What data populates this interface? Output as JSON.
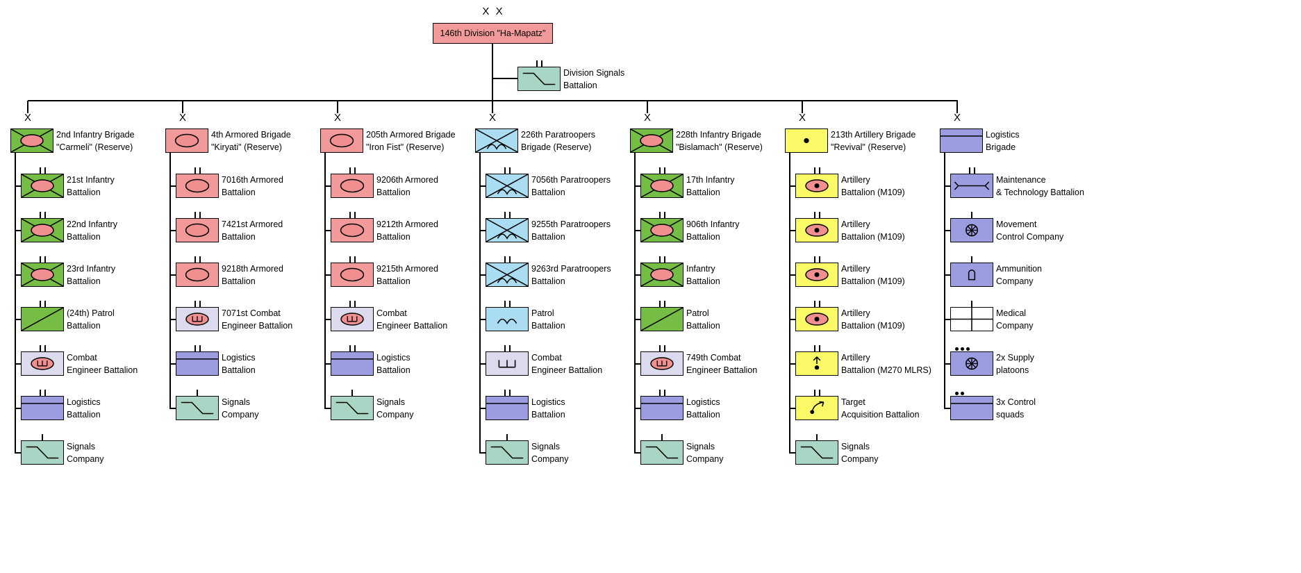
{
  "colors": {
    "infantry": "#75BD45",
    "armor": "#F29A9A",
    "paratroopers": "#AADCF2",
    "artillery": "#FAFA69",
    "logistics": "#9C9CE0",
    "signals": "#A8D5C4",
    "engineer": "#DBDBED",
    "medical": "#FFFFFF",
    "symbol_fill": "#EF8F8F",
    "line": "#000000"
  },
  "division": {
    "echelon": "X X",
    "label": "146th Division \"Ha-Mapatz\"",
    "color": "armor",
    "symbol": "plain"
  },
  "division_signals": {
    "label1": "Division Signals",
    "label2": "Battalion",
    "symbol": "signals",
    "color": "signals",
    "echelon": "battalion"
  },
  "columns": [
    {
      "echelon_mark": "X",
      "brigade": {
        "label1": "2nd Infantry Brigade",
        "label2": "\"Carmeli\" (Reserve)",
        "symbol": "inf_mech",
        "color": "infantry"
      },
      "units": [
        {
          "label1": "21st Infantry",
          "label2": "Battalion",
          "symbol": "inf_mech",
          "color": "infantry",
          "echelon": "battalion"
        },
        {
          "label1": "22nd Infantry",
          "label2": "Battalion",
          "symbol": "inf_mech",
          "color": "infantry",
          "echelon": "battalion"
        },
        {
          "label1": "23rd Infantry",
          "label2": "Battalion",
          "symbol": "inf_mech",
          "color": "infantry",
          "echelon": "battalion"
        },
        {
          "label1": "(24th) Patrol",
          "label2": "Battalion",
          "symbol": "patrol",
          "color": "infantry",
          "echelon": "battalion"
        },
        {
          "label1": "Combat",
          "label2": "Engineer Battalion",
          "symbol": "eng_mech",
          "color": "engineer",
          "echelon": "battalion"
        },
        {
          "label1": "Logistics",
          "label2": "Battalion",
          "symbol": "supply",
          "color": "logistics",
          "echelon": "battalion"
        },
        {
          "label1": "Signals",
          "label2": "Company",
          "symbol": "signals",
          "color": "signals",
          "echelon": "company"
        }
      ]
    },
    {
      "echelon_mark": "X",
      "brigade": {
        "label1": "4th Armored Brigade",
        "label2": "\"Kiryati\" (Reserve)",
        "symbol": "armor",
        "color": "armor"
      },
      "units": [
        {
          "label1": "7016th Armored",
          "label2": "Battalion",
          "symbol": "armor",
          "color": "armor",
          "echelon": "battalion"
        },
        {
          "label1": "7421st Armored",
          "label2": "Battalion",
          "symbol": "armor",
          "color": "armor",
          "echelon": "battalion"
        },
        {
          "label1": "9218th Armored",
          "label2": "Battalion",
          "symbol": "armor",
          "color": "armor",
          "echelon": "battalion"
        },
        {
          "label1": "7071st Combat",
          "label2": "Engineer Battalion",
          "symbol": "eng_mech",
          "color": "engineer",
          "echelon": "battalion"
        },
        {
          "label1": "Logistics",
          "label2": "Battalion",
          "symbol": "supply",
          "color": "logistics",
          "echelon": "battalion"
        },
        {
          "label1": "Signals",
          "label2": "Company",
          "symbol": "signals",
          "color": "signals",
          "echelon": "company"
        }
      ]
    },
    {
      "echelon_mark": "X",
      "brigade": {
        "label1": "205th Armored Brigade",
        "label2": "\"Iron Fist\" (Reserve)",
        "symbol": "armor",
        "color": "armor"
      },
      "units": [
        {
          "label1": "9206th Armored",
          "label2": "Battalion",
          "symbol": "armor",
          "color": "armor",
          "echelon": "battalion"
        },
        {
          "label1": "9212th Armored",
          "label2": "Battalion",
          "symbol": "armor",
          "color": "armor",
          "echelon": "battalion"
        },
        {
          "label1": "9215th Armored",
          "label2": "Battalion",
          "symbol": "armor",
          "color": "armor",
          "echelon": "battalion"
        },
        {
          "label1": "Combat",
          "label2": "Engineer Battalion",
          "symbol": "eng_mech",
          "color": "engineer",
          "echelon": "battalion"
        },
        {
          "label1": "Logistics",
          "label2": "Battalion",
          "symbol": "supply",
          "color": "logistics",
          "echelon": "battalion"
        },
        {
          "label1": "Signals",
          "label2": "Company",
          "symbol": "signals",
          "color": "signals",
          "echelon": "company"
        }
      ]
    },
    {
      "echelon_mark": "X",
      "brigade": {
        "label1": "226th Paratroopers",
        "label2": "Brigade (Reserve)",
        "symbol": "para",
        "color": "paratroopers"
      },
      "units": [
        {
          "label1": "7056th Paratroopers",
          "label2": "Battalion",
          "symbol": "para",
          "color": "paratroopers",
          "echelon": "battalion"
        },
        {
          "label1": "9255th Paratroopers",
          "label2": "Battalion",
          "symbol": "para",
          "color": "paratroopers",
          "echelon": "battalion"
        },
        {
          "label1": "9263rd Paratroopers",
          "label2": "Battalion",
          "symbol": "para",
          "color": "paratroopers",
          "echelon": "battalion"
        },
        {
          "label1": "Patrol",
          "label2": "Battalion",
          "symbol": "para_patrol",
          "color": "paratroopers",
          "echelon": "battalion"
        },
        {
          "label1": "Combat",
          "label2": "Engineer Battalion",
          "symbol": "eng",
          "color": "engineer",
          "echelon": "battalion"
        },
        {
          "label1": "Logistics",
          "label2": "Battalion",
          "symbol": "supply",
          "color": "logistics",
          "echelon": "battalion"
        },
        {
          "label1": "Signals",
          "label2": "Company",
          "symbol": "signals",
          "color": "signals",
          "echelon": "company"
        }
      ]
    },
    {
      "echelon_mark": "X",
      "brigade": {
        "label1": "228th Infantry Brigade",
        "label2": "\"Bislamach\" (Reserve)",
        "symbol": "inf_mech",
        "color": "infantry"
      },
      "units": [
        {
          "label1": "17th Infantry",
          "label2": "Battalion",
          "symbol": "inf_mech",
          "color": "infantry",
          "echelon": "battalion"
        },
        {
          "label1": "906th Infantry",
          "label2": "Battalion",
          "symbol": "inf_mech",
          "color": "infantry",
          "echelon": "battalion"
        },
        {
          "label1": "Infantry",
          "label2": "Battalion",
          "symbol": "inf_mech",
          "color": "infantry",
          "echelon": "battalion"
        },
        {
          "label1": "Patrol",
          "label2": "Battalion",
          "symbol": "patrol",
          "color": "infantry",
          "echelon": "battalion"
        },
        {
          "label1": "749th Combat",
          "label2": "Engineer Battalion",
          "symbol": "eng_mech",
          "color": "engineer",
          "echelon": "battalion"
        },
        {
          "label1": "Logistics",
          "label2": "Battalion",
          "symbol": "supply",
          "color": "logistics",
          "echelon": "battalion"
        },
        {
          "label1": "Signals",
          "label2": "Company",
          "symbol": "signals",
          "color": "signals",
          "echelon": "company"
        }
      ]
    },
    {
      "echelon_mark": "X",
      "brigade": {
        "label1": "213th Artillery Brigade",
        "label2": "\"Revival\" (Reserve)",
        "symbol": "arty",
        "color": "artillery"
      },
      "units": [
        {
          "label1": "Artillery",
          "label2": "Battalion (M109)",
          "symbol": "arty_sp",
          "color": "artillery",
          "echelon": "battalion"
        },
        {
          "label1": "Artillery",
          "label2": "Battalion (M109)",
          "symbol": "arty_sp",
          "color": "artillery",
          "echelon": "battalion"
        },
        {
          "label1": "Artillery",
          "label2": "Battalion (M109)",
          "symbol": "arty_sp",
          "color": "artillery",
          "echelon": "battalion"
        },
        {
          "label1": "Artillery",
          "label2": "Battalion (M109)",
          "symbol": "arty_sp",
          "color": "artillery",
          "echelon": "battalion"
        },
        {
          "label1": "Artillery",
          "label2": "Battalion (M270 MLRS)",
          "symbol": "arty_mlrs",
          "color": "artillery",
          "echelon": "battalion"
        },
        {
          "label1": "Target",
          "label2": "Acquisition Battalion",
          "symbol": "target_acq",
          "color": "artillery",
          "echelon": "battalion"
        },
        {
          "label1": "Signals",
          "label2": "Company",
          "symbol": "signals",
          "color": "signals",
          "echelon": "company"
        }
      ]
    },
    {
      "echelon_mark": "X",
      "brigade": {
        "label1": "Logistics",
        "label2": "Brigade",
        "symbol": "supply",
        "color": "logistics"
      },
      "units": [
        {
          "label1": "Maintenance",
          "label2": "& Technology Battalion",
          "symbol": "maint",
          "color": "logistics",
          "echelon": "battalion"
        },
        {
          "label1": "Movement",
          "label2": "Control Company",
          "symbol": "move",
          "color": "logistics",
          "echelon": "company"
        },
        {
          "label1": "Ammunition",
          "label2": "Company",
          "symbol": "ammo",
          "color": "logistics",
          "echelon": "company"
        },
        {
          "label1": "Medical",
          "label2": "Company",
          "symbol": "medical",
          "color": "medical",
          "echelon": "company"
        },
        {
          "label1": "2x Supply",
          "label2": "platoons",
          "symbol": "move",
          "color": "logistics",
          "echelon": "platoon"
        },
        {
          "label1": "3x Control",
          "label2": "squads",
          "symbol": "supply",
          "color": "logistics",
          "echelon": "squad"
        }
      ]
    }
  ]
}
